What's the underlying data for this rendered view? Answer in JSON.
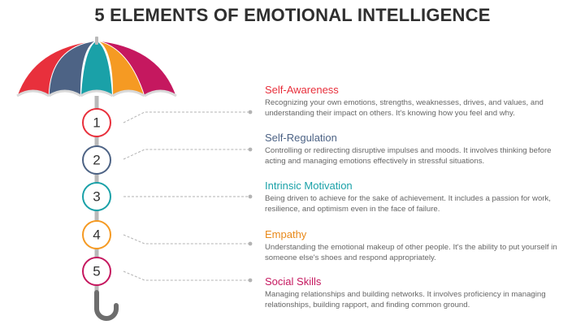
{
  "title": "5 ELEMENTS OF EMOTIONAL INTELLIGENCE",
  "umbrella": {
    "panel_colors": [
      "#e8303c",
      "#4d6385",
      "#1aa1a8",
      "#f59a23",
      "#c5185f"
    ],
    "shaft_color": "#b9b9b9",
    "handle_color": "#6d6d6d"
  },
  "elements": [
    {
      "number": "1",
      "title": "Self-Awareness",
      "color": "#e8303c",
      "description": "Recognizing your own emotions, strengths, weaknesses, drives, and values, and understanding their impact on others. It's knowing how you feel and why."
    },
    {
      "number": "2",
      "title": "Self-Regulation",
      "color": "#4d6385",
      "description": "Controlling or redirecting disruptive impulses and moods. It involves thinking before acting and managing emotions effectively in stressful situations."
    },
    {
      "number": "3",
      "title": "Intrinsic Motivation",
      "color": "#1aa1a8",
      "description": "Being driven to achieve for the sake of achievement. It includes a passion for work, resilience, and optimism even in the face of failure."
    },
    {
      "number": "4",
      "title": "Empathy",
      "color": "#e8891a",
      "description": "Understanding the emotional makeup of other people. It's the ability to put yourself in someone else's shoes and respond appropriately."
    },
    {
      "number": "5",
      "title": "Social Skills",
      "color": "#c5185f",
      "description": "Managing relationships and building networks. It involves proficiency in managing relationships, building rapport, and finding common ground."
    }
  ]
}
